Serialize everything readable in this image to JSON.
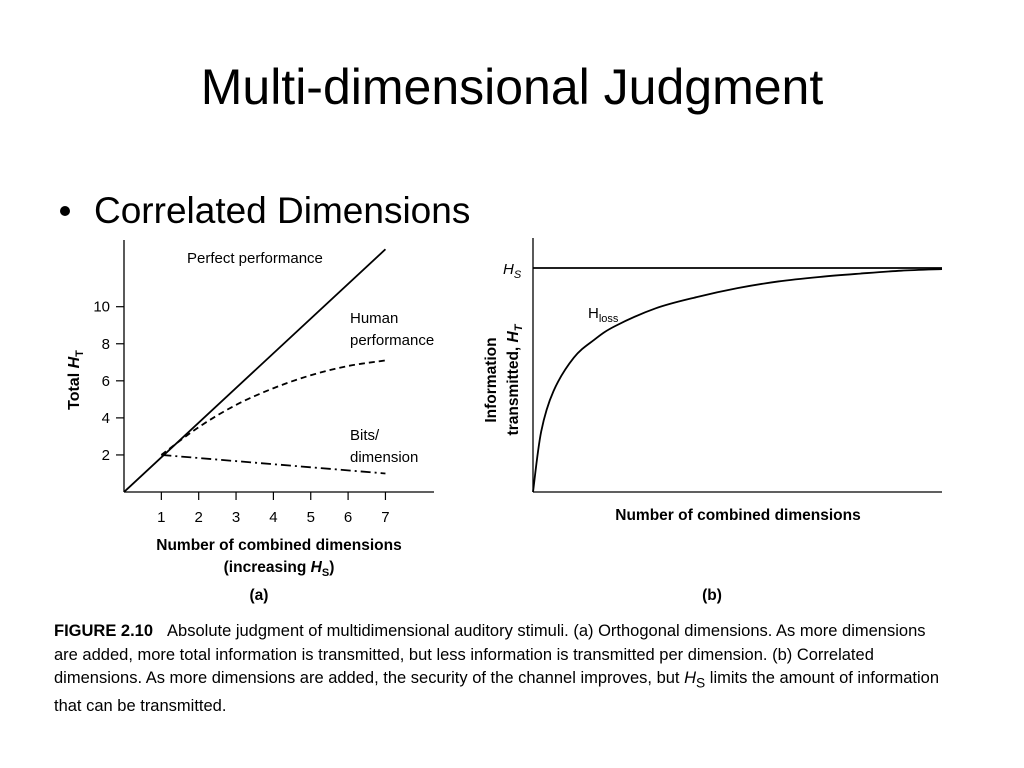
{
  "slide": {
    "title": "Multi-dimensional Judgment",
    "bullet": "Correlated Dimensions"
  },
  "caption": {
    "label": "FIGURE 2.10",
    "text_a": "Absolute judgment of multidimensional auditory stimuli. (a) Orthogonal dimensions. As more dimensions are added, more total information is transmitted, but less information is transmitted per dimension. (b) Correlated dimensions. As more dimensions are added, the security of the channel improves, but ",
    "italic": "H",
    "sub": "S",
    "text_b": " limits the amount of information that can be transmitted."
  },
  "chart_data": [
    {
      "type": "line",
      "panel_label": "(a)",
      "xlabel": "Number of combined dimensions",
      "xlabel_line2": {
        "pre": "(increasing ",
        "italic": "H",
        "sub": "S",
        "post": ")"
      },
      "ylabel": {
        "pre": "Total ",
        "italic": "H",
        "sub": "T"
      },
      "x_ticks": [
        1,
        2,
        3,
        4,
        5,
        6,
        7
      ],
      "y_ticks": [
        2,
        4,
        6,
        8,
        10
      ],
      "xlim": [
        0,
        8.3
      ],
      "ylim": [
        0,
        13.6
      ],
      "series": [
        {
          "name": "Perfect performance",
          "style": "solid",
          "x": [
            0,
            7
          ],
          "y": [
            0,
            13.1
          ]
        },
        {
          "name_lines": [
            "Human",
            "performance"
          ],
          "style": "dashed",
          "x": [
            1,
            2,
            3,
            4,
            5,
            6,
            7
          ],
          "y": [
            2.0,
            3.5,
            4.7,
            5.6,
            6.3,
            6.8,
            7.1
          ]
        },
        {
          "name_lines": [
            "Bits/",
            "dimension"
          ],
          "style": "dash-dot",
          "x": [
            1,
            7
          ],
          "y": [
            2.0,
            1.0
          ]
        }
      ]
    },
    {
      "type": "line",
      "panel_label": "(b)",
      "xlabel": "Number of combined dimensions",
      "ylabel_lines": [
        "Information",
        {
          "pre": "transmitted, ",
          "italic": "H",
          "sub": "T"
        }
      ],
      "hs_label": {
        "italic": "H",
        "sub": "S"
      },
      "loss_label": {
        "main": "H",
        "sub": "loss"
      },
      "series": [
        {
          "name": "H_S",
          "style": "solid",
          "shape": "horizontal",
          "y": 1.0
        },
        {
          "name": "H_T",
          "style": "solid",
          "shape": "saturating",
          "x": [
            0,
            0.02,
            0.05,
            0.1,
            0.15,
            0.2,
            0.3,
            0.4,
            0.5,
            0.6,
            0.7,
            0.8,
            0.9,
            1.0
          ],
          "y": [
            0,
            0.27,
            0.45,
            0.6,
            0.68,
            0.74,
            0.82,
            0.87,
            0.91,
            0.94,
            0.96,
            0.975,
            0.988,
            0.995
          ]
        }
      ]
    }
  ]
}
